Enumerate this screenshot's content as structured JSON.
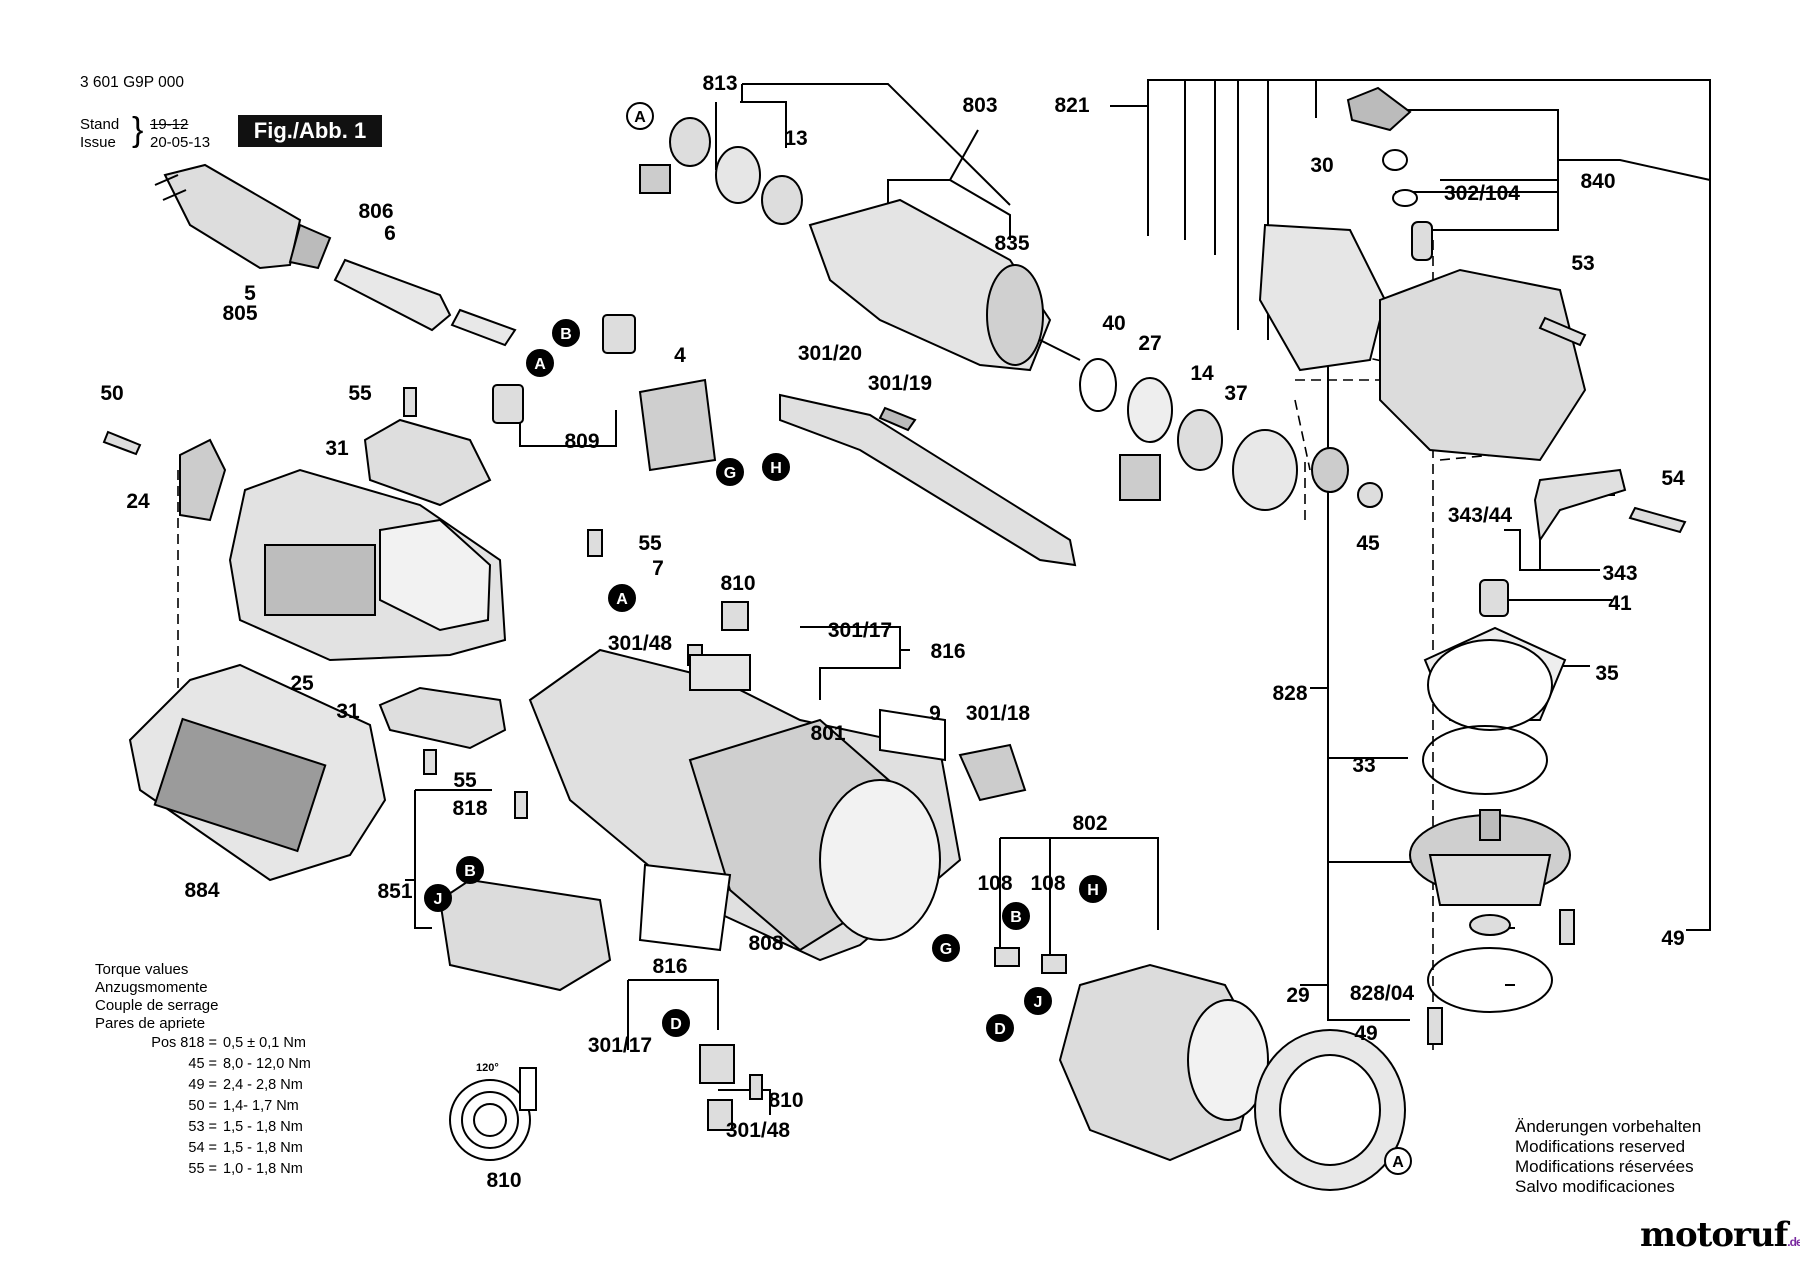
{
  "doc": {
    "part_number": "3 601 G9P 000",
    "stand_label": "Stand",
    "issue_label": "Issue",
    "stand_date": "19-12",
    "issue_date": "20-05-13",
    "figure_label": "Fig./Abb. 1"
  },
  "torque": {
    "title_en": "Torque values",
    "title_de": "Anzugsmomente",
    "title_fr": "Couple de serrage",
    "title_es": "Pares de apriete",
    "rows": [
      {
        "pos": "Pos 818 =",
        "val": "0,5 ± 0,1 Nm"
      },
      {
        "pos": "45 =",
        "val": "8,0 - 12,0 Nm"
      },
      {
        "pos": "49 =",
        "val": "2,4 - 2,8 Nm"
      },
      {
        "pos": "50 =",
        "val": "1,4- 1,7 Nm"
      },
      {
        "pos": "53 =",
        "val": "1,5 - 1,8 Nm"
      },
      {
        "pos": "54 =",
        "val": "1,5 - 1,8 Nm"
      },
      {
        "pos": "55 =",
        "val": "1,0 - 1,8 Nm"
      }
    ]
  },
  "notes": [
    "Änderungen vorbehalten",
    "Modifications reserved",
    "Modifications réservées",
    "Salvo modificaciones"
  ],
  "angle_label": "120°",
  "brand": {
    "name": "motoruf",
    "tld": ".de"
  },
  "part_labels": [
    "813",
    "803",
    "821",
    "13",
    "806",
    "6",
    "5",
    "805",
    "835",
    "30",
    "840",
    "302/104",
    "53",
    "40",
    "27",
    "14",
    "37",
    "4",
    "301/20",
    "301/19",
    "50",
    "55",
    "31",
    "24",
    "809",
    "54",
    "343/44",
    "45",
    "343",
    "41",
    "55",
    "7",
    "810",
    "301/17",
    "816",
    "301/48",
    "35",
    "828",
    "9",
    "801",
    "301/18",
    "33",
    "25",
    "31",
    "55",
    "818",
    "802",
    "851",
    "884",
    "108",
    "108",
    "808",
    "49",
    "828/04",
    "29",
    "49",
    "816",
    "301/17",
    "810",
    "301/48",
    "810",
    "301/17"
  ],
  "connector_labels": [
    "A",
    "B",
    "A",
    "B",
    "J",
    "G",
    "H",
    "A",
    "B",
    "G",
    "H",
    "J",
    "D",
    "D",
    "A"
  ],
  "colors": {
    "ink": "#000000",
    "brand_dot": "#9b4dba",
    "fig_bg": "#111111"
  }
}
